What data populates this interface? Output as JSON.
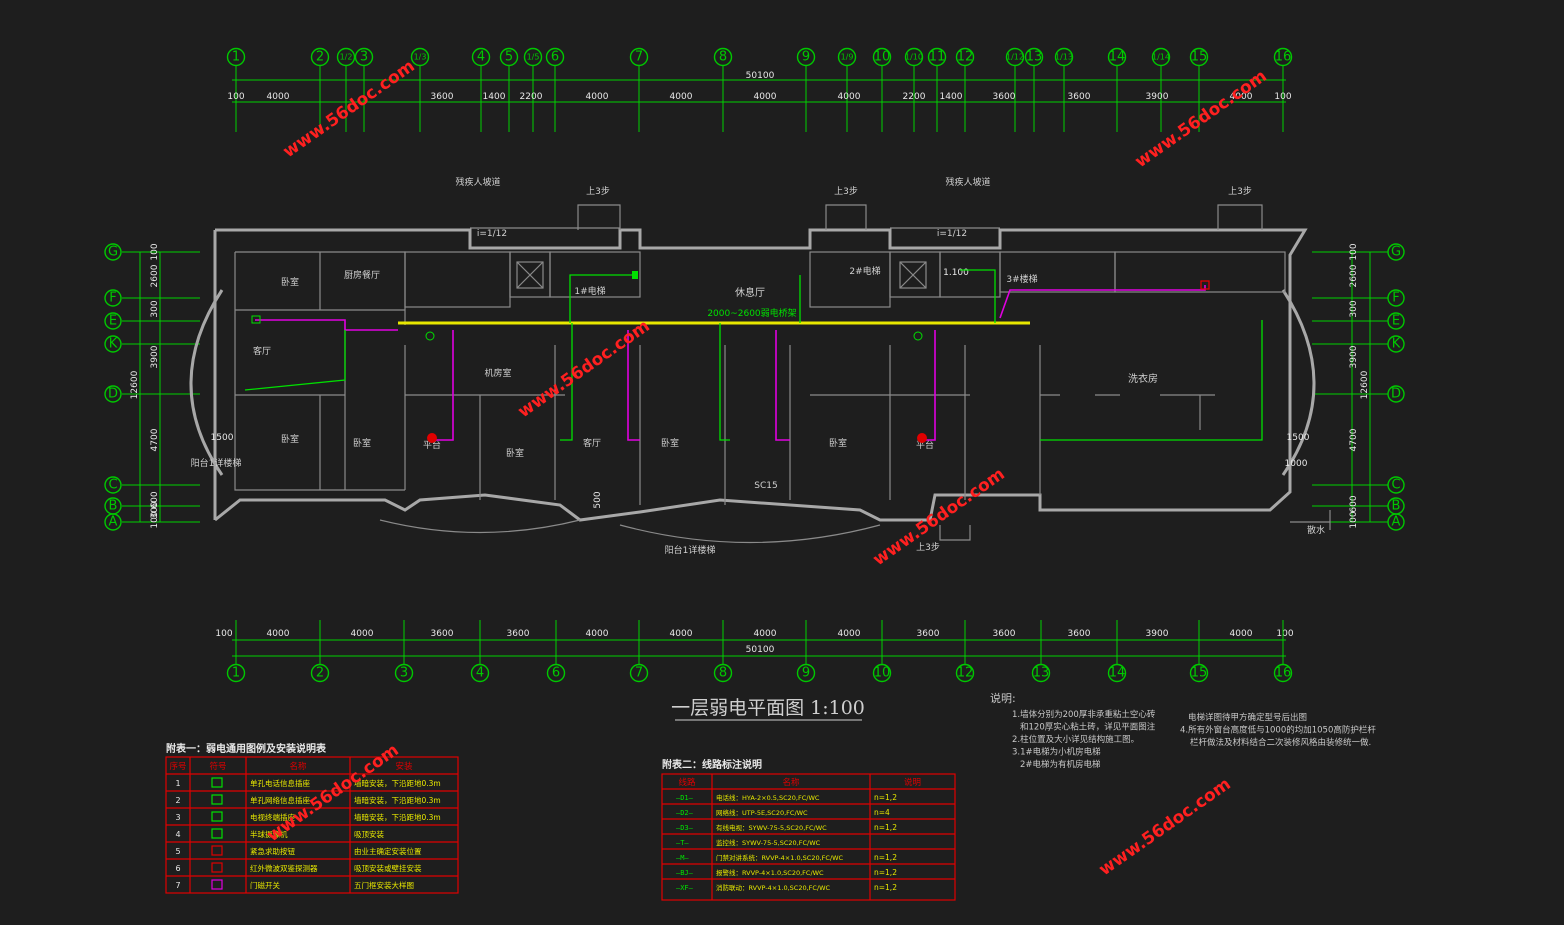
{
  "drawing": {
    "title": "一层弱电平面图 1:100",
    "watermark": "www.56doc.com"
  },
  "top_axis": {
    "bubbles": [
      "1",
      "2",
      "1/2",
      "3",
      "1/3",
      "4",
      "5",
      "1/5",
      "6",
      "7",
      "8",
      "9",
      "1/9",
      "10",
      "1/10",
      "11",
      "12",
      "1/12",
      "13",
      "1/13",
      "14",
      "1/14",
      "15",
      "16"
    ],
    "overall": "50100",
    "dims": [
      "100",
      "4000",
      "3600",
      "1400",
      "2200",
      "4000",
      "4000",
      "4000",
      "4000",
      "2200",
      "1400",
      "3600",
      "3600",
      "3900",
      "4000",
      "100"
    ]
  },
  "bottom_axis": {
    "bubbles": [
      "1",
      "2",
      "3",
      "4",
      "6",
      "7",
      "8",
      "9",
      "10",
      "12",
      "13",
      "14",
      "15",
      "16"
    ],
    "overall": "50100",
    "dims": [
      "100",
      "4000",
      "4000",
      "3600",
      "3600",
      "4000",
      "4000",
      "4000",
      "4000",
      "3600",
      "3600",
      "3600",
      "3900",
      "4000",
      "100"
    ]
  },
  "side_axis": {
    "bubbles": [
      "G",
      "F",
      "E",
      "K",
      "D",
      "C",
      "B",
      "A"
    ],
    "overall": "12600",
    "left_dims": [
      "100",
      "2600",
      "300",
      "3900",
      "4700",
      "600",
      "300",
      "100"
    ],
    "right_dims": [
      "100",
      "2600",
      "300",
      "3900",
      "4700",
      "600",
      "100"
    ]
  },
  "rooms": {
    "bedroom": "卧室",
    "dining": "厨房餐厅",
    "living": "客厅",
    "lounge": "休息厅",
    "laundry": "洗衣房",
    "duty": "机房室",
    "elevator1": "1#电梯",
    "elevator2": "2#电梯",
    "elevator3": "3#楼梯",
    "corridor": "2000~2600弱电桥架",
    "accessible_ramp": "残疾人坡道",
    "ramp_slope": "i=1/12",
    "up_steps": "上3步",
    "platform": "平台",
    "balcony": "阳台1详楼梯",
    "sc_label": "SC15",
    "dim_1500": "1500",
    "dim_1000": "1000",
    "dim_500": "500",
    "drain": "散水",
    "dim_1100": "1.100"
  },
  "notes": {
    "heading": "说明:",
    "lines": [
      "1.墙体分别为200厚非承重粘土空心砖",
      "和120厚实心粘土砖，详见平面图注",
      "2.柱位置及大小详见结构施工图。",
      "3.1#电梯为小机房电梯",
      "2#电梯为有机房电梯"
    ],
    "right_lines": [
      "电梯详图待甲方确定型号后出图",
      "4.所有外窗台高度低与1000的均加1050高防护栏杆",
      "栏杆做法及材料结合二次装修风格由装修统一做."
    ]
  },
  "table1": {
    "title": "附表一：弱电通用图例及安装说明表",
    "headers": [
      "序号",
      "符号",
      "名称",
      "安装"
    ],
    "rows": [
      {
        "no": "1",
        "name": "单孔电话信息插座",
        "install": "墙暗安装，下沿距地0.3m"
      },
      {
        "no": "2",
        "name": "单孔网络信息插座",
        "install": "墙暗安装，下沿距地0.3m"
      },
      {
        "no": "3",
        "name": "电视终端插座",
        "install": "墙暗安装，下沿距地0.3m"
      },
      {
        "no": "4",
        "name": "半球摄像机",
        "install": "吸顶安装"
      },
      {
        "no": "5",
        "name": "紧急求助按钮",
        "install": "由业主确定安装位置"
      },
      {
        "no": "6",
        "name": "红外微波双鉴探测器",
        "install": "吸顶安装或壁挂安装"
      },
      {
        "no": "7",
        "name": "门磁开关",
        "install": "五门框安装大样图"
      }
    ]
  },
  "table2": {
    "title": "附表二：线路标注说明",
    "headers": [
      "线路",
      "名称",
      "说明"
    ],
    "rows": [
      {
        "sym": "—D1—",
        "name": "电话线：HYA-2×0.5,SC20,FC/WC",
        "note": "n=1,2"
      },
      {
        "sym": "—D2—",
        "name": "网络线：UTP-5E,SC20,FC/WC",
        "note": "n=4"
      },
      {
        "sym": "—D3—",
        "name": "有线电视：SYWV-75-5,SC20,FC/WC",
        "note": "n=1,2"
      },
      {
        "sym": "—T—",
        "name": "监控线：SYWV-75-5,SC20,FC/WC",
        "note": ""
      },
      {
        "sym": "—M—",
        "name": "门禁对讲系统：RVVP-4×1.0,SC20,FC/WC",
        "note": "n=1,2"
      },
      {
        "sym": "—BJ—",
        "name": "报警线：RVVP-4×1.0,SC20,FC/WC",
        "note": "n=1,2"
      },
      {
        "sym": "—XF—",
        "name": "消防联动：RVVP-4×1.0,SC20,FC/WC",
        "note": "n=1,2"
      }
    ]
  }
}
